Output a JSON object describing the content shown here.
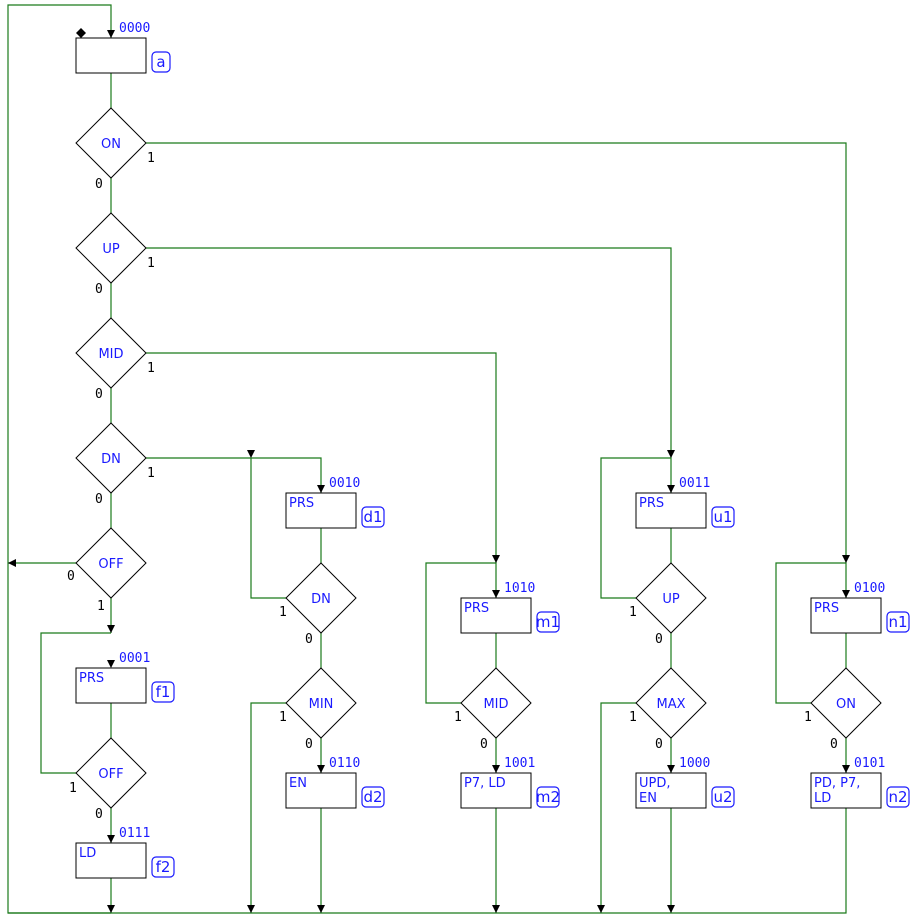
{
  "states": [
    {
      "id": "a",
      "code": "0000",
      "outputs": []
    },
    {
      "id": "f1",
      "code": "0001",
      "outputs": [
        "PRS"
      ]
    },
    {
      "id": "f2",
      "code": "0111",
      "outputs": [
        "LD"
      ]
    },
    {
      "id": "d1",
      "code": "0010",
      "outputs": [
        "PRS"
      ]
    },
    {
      "id": "d2",
      "code": "0110",
      "outputs": [
        "EN"
      ]
    },
    {
      "id": "m1",
      "code": "1010",
      "outputs": [
        "PRS"
      ]
    },
    {
      "id": "m2",
      "code": "1001",
      "outputs": [
        "P7, LD"
      ]
    },
    {
      "id": "u1",
      "code": "0011",
      "outputs": [
        "PRS"
      ]
    },
    {
      "id": "u2",
      "code": "1000",
      "outputs": [
        "UPD,",
        "EN"
      ]
    },
    {
      "id": "n1",
      "code": "0100",
      "outputs": [
        "PRS"
      ]
    },
    {
      "id": "n2",
      "code": "0101",
      "outputs": [
        "PD, P7,",
        "LD"
      ]
    }
  ],
  "decisions": [
    {
      "label": "ON"
    },
    {
      "label": "UP"
    },
    {
      "label": "MID"
    },
    {
      "label": "DN"
    },
    {
      "label": "OFF"
    },
    {
      "label": "OFF"
    },
    {
      "label": "DN"
    },
    {
      "label": "MIN"
    },
    {
      "label": "MID"
    },
    {
      "label": "UP"
    },
    {
      "label": "MAX"
    },
    {
      "label": "ON"
    }
  ],
  "branch_values": [
    "0",
    "1"
  ]
}
